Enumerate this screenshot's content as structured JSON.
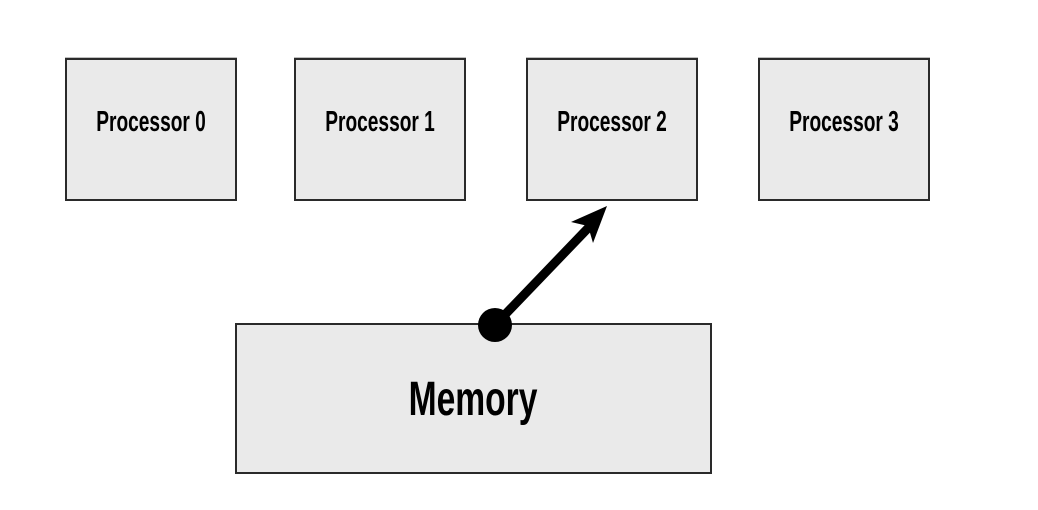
{
  "diagram": {
    "processors": [
      {
        "label": "Processor 0"
      },
      {
        "label": "Processor 1"
      },
      {
        "label": "Processor 2"
      },
      {
        "label": "Processor 3"
      }
    ],
    "memory": {
      "label": "Memory"
    },
    "connection": {
      "from": "Memory",
      "to": "Processor 2",
      "type": "arrow-with-dot-origin"
    },
    "colors": {
      "background": "#ffffff",
      "box_fill": "#eaeaea",
      "box_border": "#2a2a2a",
      "arrow": "#000000",
      "text": "#000000"
    }
  }
}
